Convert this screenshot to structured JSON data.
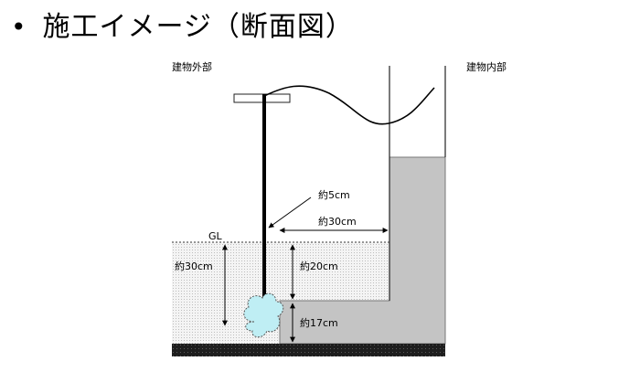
{
  "slide": {
    "bullet": "•",
    "title": "施工イメージ（断面図）"
  },
  "diagram": {
    "label_outside": "建物外部",
    "label_inside": "建物内部",
    "label_gl": "GL",
    "dim_pole_gap": "約5cm",
    "dim_horizontal": "約30cm",
    "dim_depth": "約30cm",
    "dim_footing": "約20cm",
    "dim_base": "約17cm",
    "colors": {
      "soil_fill": "#f3f3f3",
      "foundation_fill": "#c4c4c4",
      "ground_band": "#222222",
      "ground_rod_blob": "#bfeef4"
    }
  }
}
